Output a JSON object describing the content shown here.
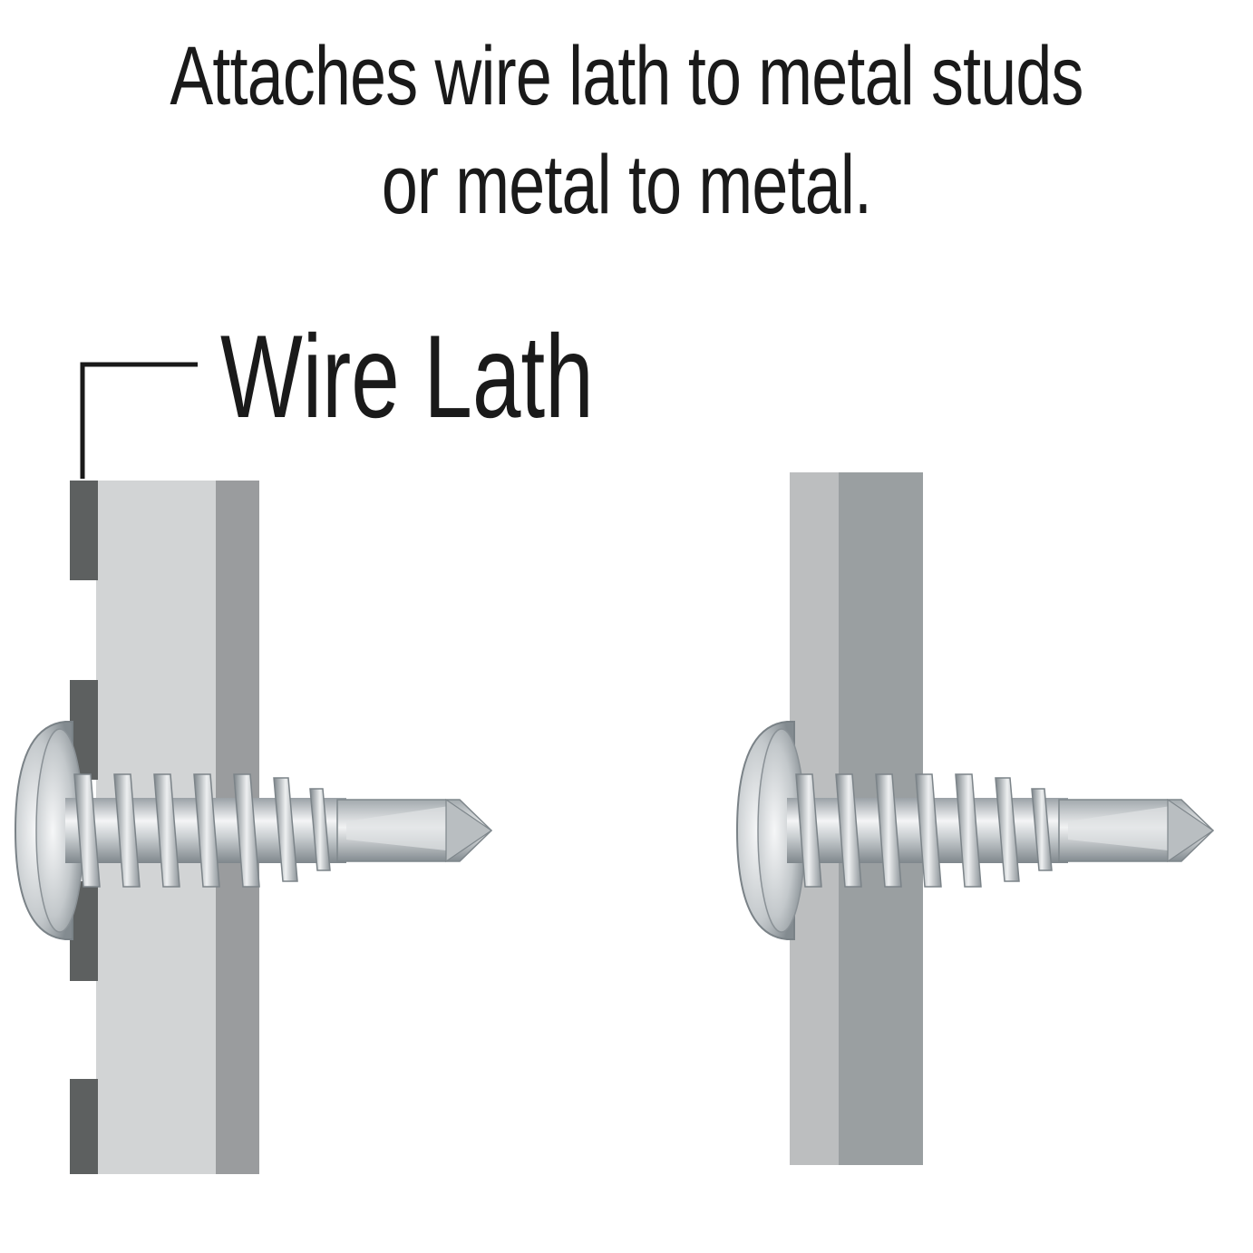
{
  "caption": {
    "line1": "Attaches wire lath to metal studs",
    "line2": "or metal to metal."
  },
  "callout": {
    "label": "Wire Lath"
  },
  "colors": {
    "lath": "#5d6060",
    "stud_light": "#d2d4d5",
    "stud_dark": "#9a9c9e",
    "panel_light": "#bcbebf",
    "panel_dark": "#9a9fa1",
    "screw_light": "#f2f3f4",
    "screw_mid": "#c6cbce",
    "screw_dark": "#8d9499",
    "leader": "#1a1a1a"
  },
  "icons": {
    "fastener": "self-drilling-screw-icon"
  }
}
